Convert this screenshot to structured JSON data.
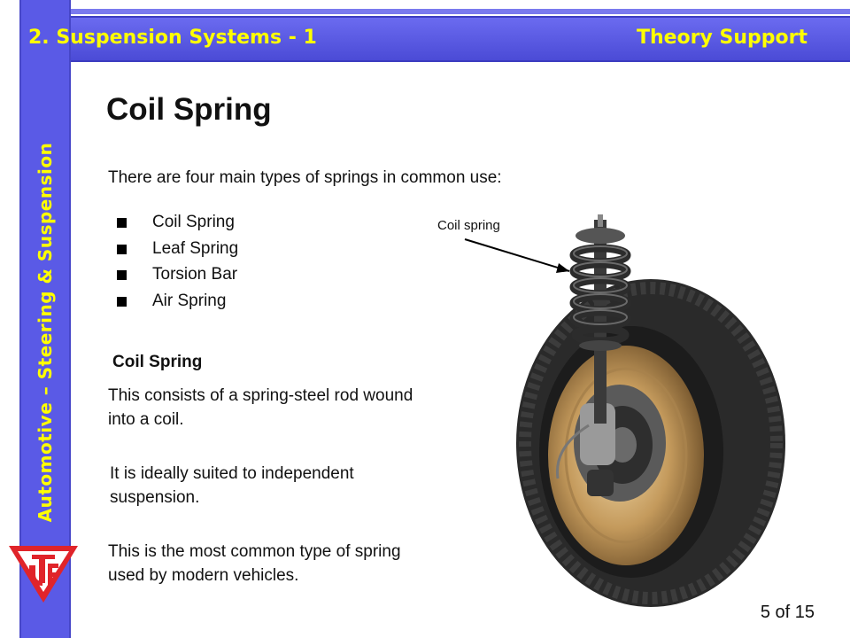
{
  "header": {
    "left_title": "2. Suspension Systems - 1",
    "right_title": "Theory Support"
  },
  "sidebar": {
    "vertical_title": "Automotive – Steering & Suspension"
  },
  "slide": {
    "title": "Coil Spring",
    "intro": "There are four main types of springs in common use:",
    "bullets": [
      "Coil Spring",
      "Leaf Spring",
      "Torsion Bar",
      "Air Spring"
    ],
    "subheading": "Coil Spring",
    "paragraphs": [
      "This consists of a spring-steel rod wound into a coil.",
      "It is ideally suited to independent suspension.",
      "This is the most common type of spring used by modern vehicles."
    ],
    "image_callout": "Coil spring",
    "page_indicator": "5 of 15"
  },
  "colors": {
    "band_blue": "#5a5ae6",
    "header_text": "#ffff00",
    "logo_red": "#e0242a"
  },
  "icons": {
    "logo": "university-logo-icon",
    "bullet": "square-bullet-icon"
  }
}
